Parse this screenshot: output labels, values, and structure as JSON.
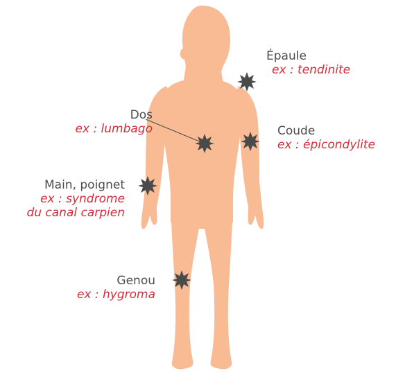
{
  "colors": {
    "skin": "#f8bb93",
    "pain_marker": "#4a4a4a",
    "name_text": "#4d4d4d",
    "example_text": "#d42e3c"
  },
  "labels": {
    "epaule": {
      "name": "Épaule",
      "example": "ex : tendinite"
    },
    "dos": {
      "name": "Dos",
      "example": "ex : lumbago"
    },
    "coude": {
      "name": "Coude",
      "example": "ex : épicondylite"
    },
    "main": {
      "name": "Main, poignet",
      "example_line1": "ex : syndrome",
      "example_line2": "du canal carpien"
    },
    "genou": {
      "name": "Genou",
      "example": "ex : hygroma"
    }
  },
  "markers": [
    {
      "name": "epaule-marker-icon",
      "icon": "spiky-burst"
    },
    {
      "name": "dos-marker-icon",
      "icon": "spiky-burst"
    },
    {
      "name": "coude-marker-icon",
      "icon": "spiky-burst"
    },
    {
      "name": "main-marker-icon",
      "icon": "spiky-burst"
    },
    {
      "name": "genou-marker-icon",
      "icon": "spiky-burst"
    }
  ]
}
